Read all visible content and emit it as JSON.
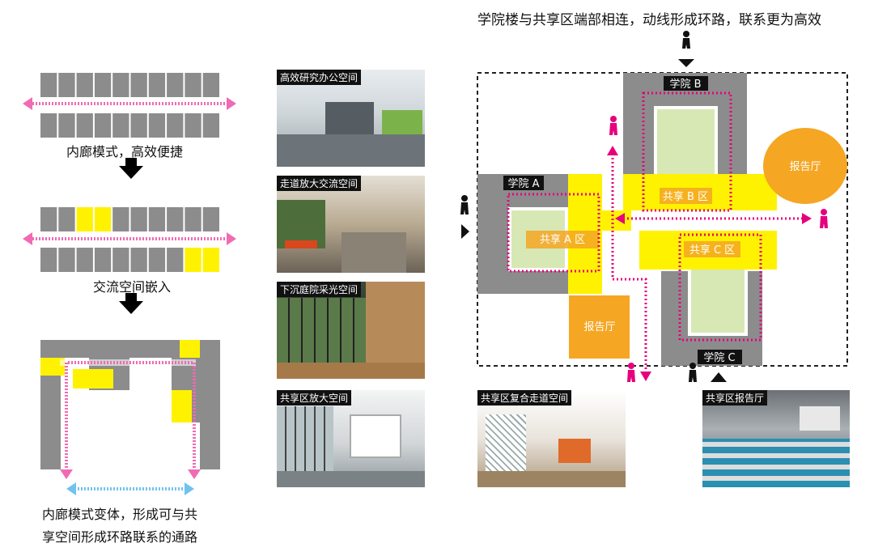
{
  "header": {
    "title": "学院楼与共享区端部相连，动线形成环路，联系更为高效"
  },
  "diagrams": {
    "step1": "内廊模式，高效便捷",
    "step2": "交流空间嵌入",
    "step3_line1": "内廊模式变体，形成可与共",
    "step3_line2": "享空间形成环路联系的通路"
  },
  "photos": [
    {
      "label": "高效研究办公空间"
    },
    {
      "label": "走道放大交流空间"
    },
    {
      "label": "下沉庭院采光空间"
    },
    {
      "label": "共享区放大空间"
    },
    {
      "label": "共享区复合走道空间"
    },
    {
      "label": "共享区报告厅"
    }
  ],
  "plan": {
    "college_a": "学院 A",
    "college_b": "学院 B",
    "college_c": "学院 C",
    "share_a": "共享 A 区",
    "share_b": "共享 B 区",
    "share_c": "共享 C 区",
    "hall1": "报告厅",
    "hall2": "报告厅"
  },
  "colors": {
    "gray": "#8c8c8c",
    "yellow": "#fff200",
    "pink": "#e6007e",
    "green": "#d7e8b4",
    "orange": "#f5a623",
    "blue": "#6fc3ee"
  }
}
